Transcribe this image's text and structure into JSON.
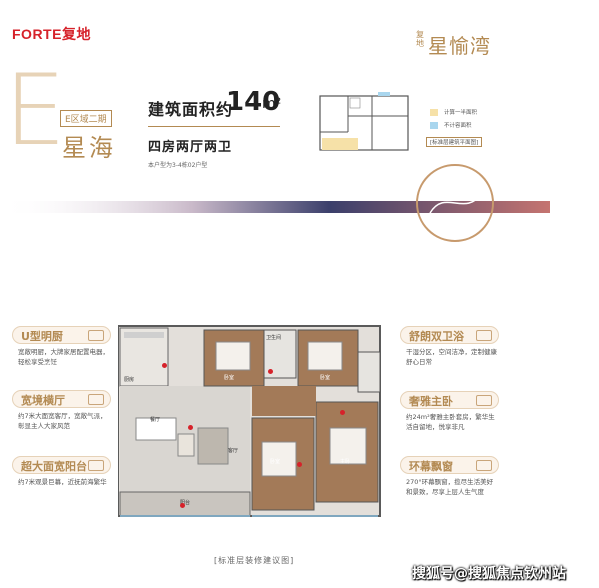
{
  "header": {
    "developer_logo": "FORTE复地",
    "project_brand_small": "复地",
    "project_brand": "星愉湾"
  },
  "unit": {
    "letter": "E",
    "zone": "E区域二期",
    "name": "星海",
    "area_label": "建筑面积约",
    "area_value": "140",
    "area_unit": "m²",
    "layout": "四房两厅两卫",
    "note": "本户型为3-4栋02户型"
  },
  "legend": {
    "item1": "计算一半面积",
    "item2": "不计容面积",
    "note": "[标准层建筑平面图]",
    "color1": "#f6e1a8",
    "color2": "#a9d6ee"
  },
  "features": {
    "kitchen": {
      "title": "U型明厨",
      "desc": "宽敞明厨，大牌家居配置电器，轻松享受烹饪"
    },
    "living": {
      "title": "宽境横厅",
      "desc": "约7米大面宽客厅，宽敞气派，彰显主人大家风范"
    },
    "balcony": {
      "title": "超大面宽阳台",
      "desc": "约7米观景巨幕，近抚前海繁华"
    },
    "bath": {
      "title": "舒朗双卫浴",
      "desc": "干湿分区，空间洁净，定制健康舒心日常"
    },
    "master": {
      "title": "奢雅主卧",
      "desc": "约24m²奢雅主卧套房，繁华生活自留地，悦享非凡"
    },
    "window": {
      "title": "环幕飘窗",
      "desc": "270°环幕飘窗，揽尽生活美好和景致，尽享上层人生气度"
    }
  },
  "plan_labels": {
    "kitchen": "厨房",
    "dining": "餐厅",
    "living": "客厅",
    "balcony": "阳台",
    "bed1": "卧室",
    "bed2": "卧室",
    "bed3": "卧室",
    "master": "主卧",
    "bath": "卫生间"
  },
  "caption": "[标准层装修建议图]",
  "watermark": "搜狐号@搜狐焦点钦州站",
  "colors": {
    "brand_gold": "#b38a52",
    "brand_red": "#d6222a",
    "floor_wood": "#a37a58",
    "floor_stone": "#d9d6d1"
  }
}
